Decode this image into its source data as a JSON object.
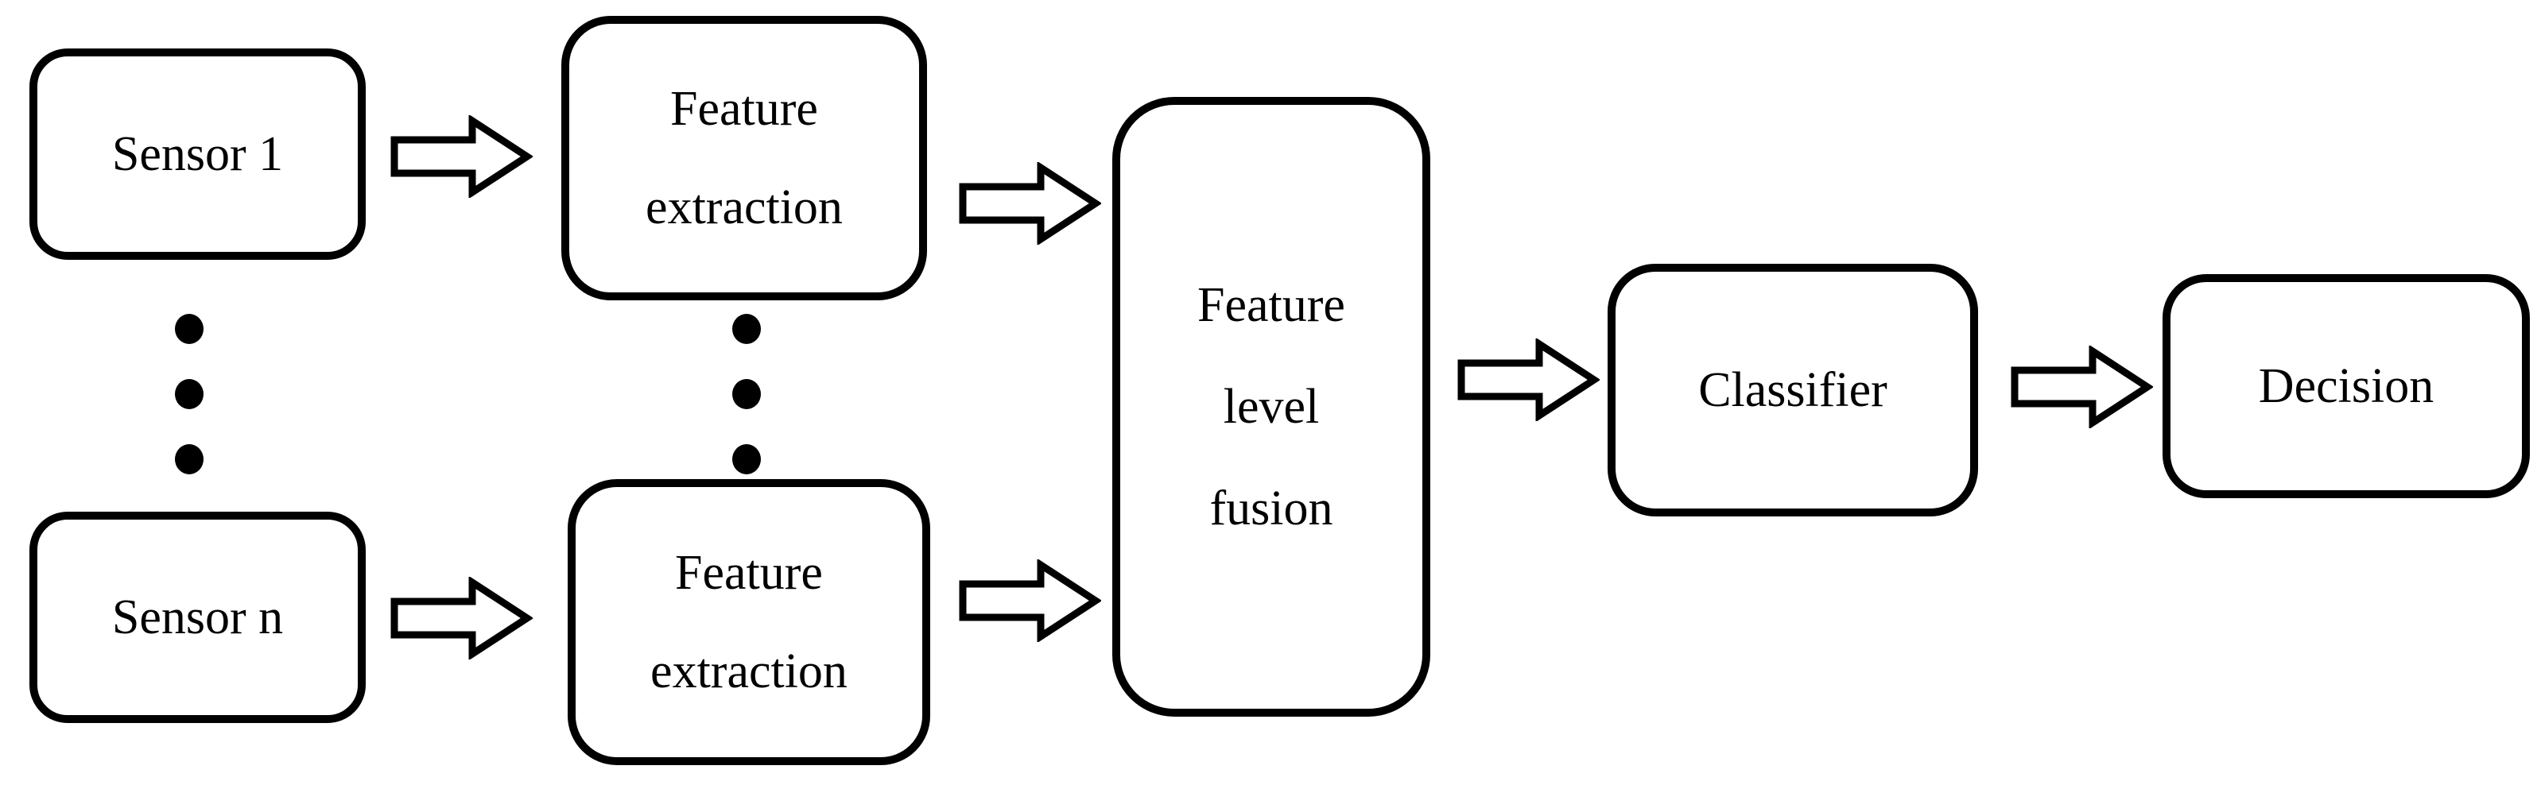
{
  "diagram": {
    "description": "Feature level fusion multi-sensor architecture block diagram",
    "colors": {
      "background": "#ffffff",
      "node_fill": "#ffffff",
      "stroke": "#000000"
    },
    "nodes": {
      "sensor_1": {
        "label": "Sensor 1"
      },
      "sensor_n": {
        "label": "Sensor n"
      },
      "feature_extraction_top": {
        "line1": "Feature",
        "line2": "extraction"
      },
      "feature_extraction_bottom": {
        "line1": "Feature",
        "line2": "extraction"
      },
      "feature_level_fusion": {
        "line1": "Feature",
        "line2": "level",
        "line3": "fusion"
      },
      "classifier": {
        "label": "Classifier"
      },
      "decision": {
        "label": "Decision"
      }
    }
  }
}
